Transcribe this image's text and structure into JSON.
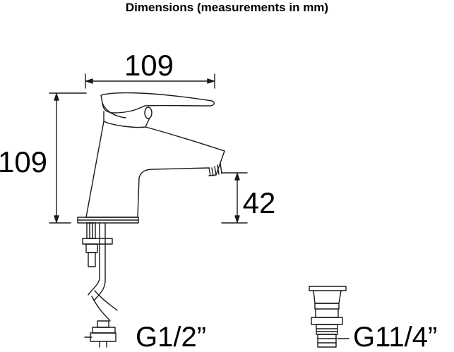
{
  "title": "Dimensions (measurements in mm)",
  "dimensions": {
    "width": "109",
    "height": "109",
    "spout_clearance": "42"
  },
  "threads": {
    "tap_connection": "G1/2”",
    "waste_connection": "G11/4”"
  },
  "colors": {
    "line": "#1a1a1a",
    "background": "#ffffff"
  }
}
